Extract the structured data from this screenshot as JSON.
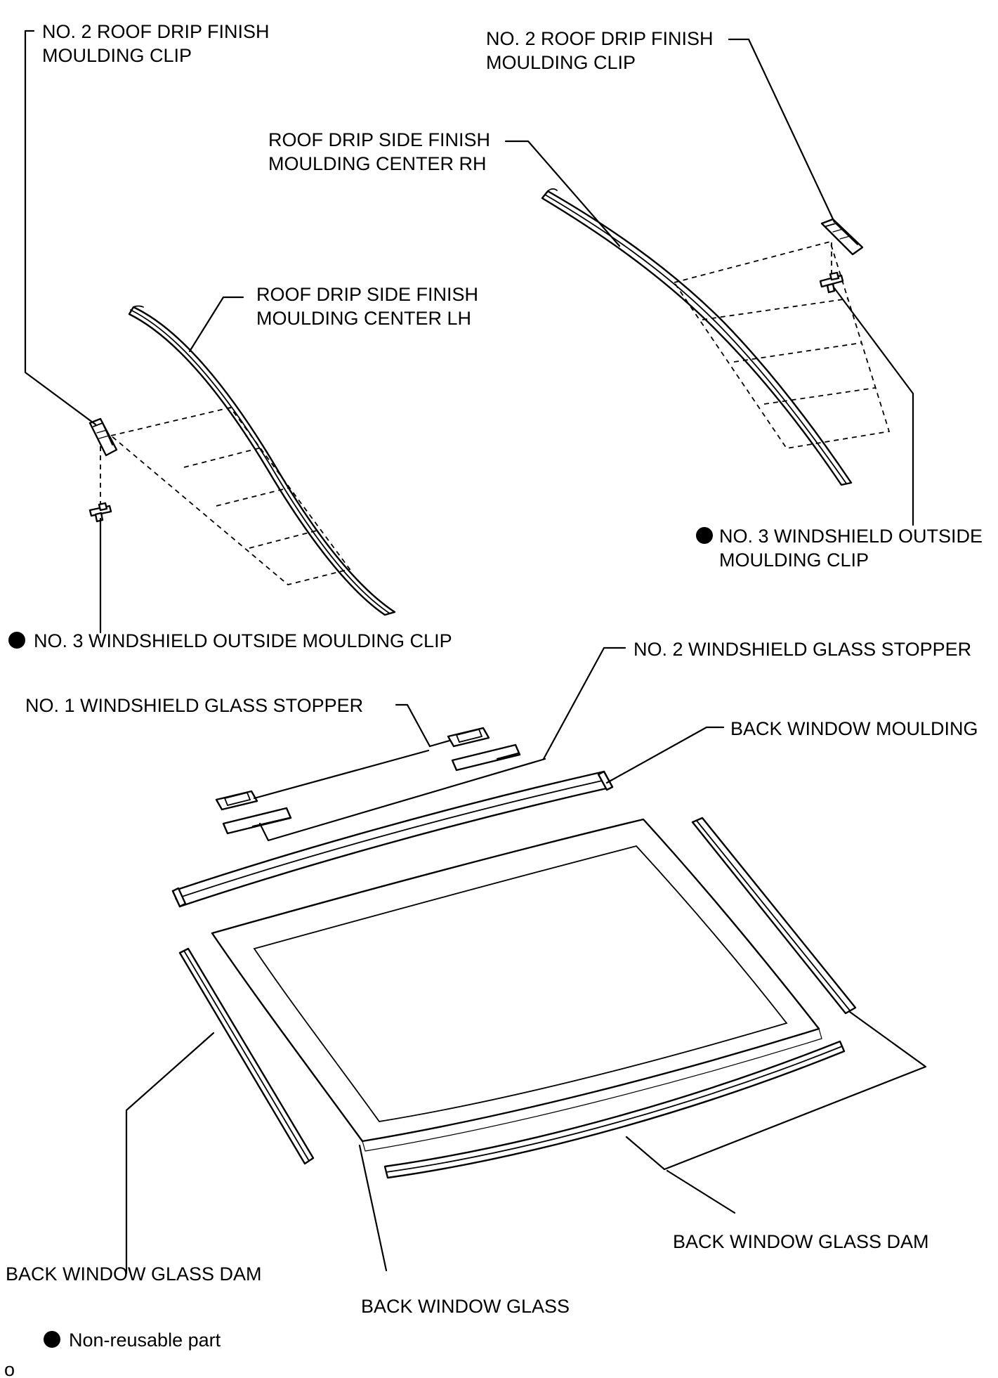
{
  "labels": {
    "clip2_left": [
      "NO. 2 ROOF DRIP FINISH",
      "MOULDING CLIP"
    ],
    "clip2_right": [
      "NO. 2 ROOF DRIP FINISH",
      "MOULDING CLIP"
    ],
    "moulding_rh": [
      "ROOF DRIP SIDE FINISH",
      "MOULDING CENTER RH"
    ],
    "moulding_lh": [
      "ROOF DRIP SIDE FINISH",
      "MOULDING CENTER LH"
    ],
    "clip3_right": [
      "NO. 3 WINDSHIELD OUTSIDE",
      "MOULDING CLIP"
    ],
    "clip3_left": "NO. 3 WINDSHIELD OUTSIDE MOULDING CLIP",
    "stopper_no2": "NO. 2 WINDSHIELD GLASS STOPPER",
    "stopper_no1": "NO. 1 WINDSHIELD GLASS STOPPER",
    "back_window_moulding": "BACK WINDOW MOULDING",
    "dam_right": "BACK WINDOW GLASS DAM",
    "dam_left": "BACK WINDOW GLASS DAM",
    "back_window_glass": "BACK WINDOW GLASS"
  },
  "legend": {
    "non_reusable": "Non-reusable part"
  },
  "corner_mark": "o",
  "colors": {
    "ink": "#000000",
    "background": "#ffffff"
  },
  "icons": {
    "non_reusable_marker": "filled-circle-icon"
  }
}
